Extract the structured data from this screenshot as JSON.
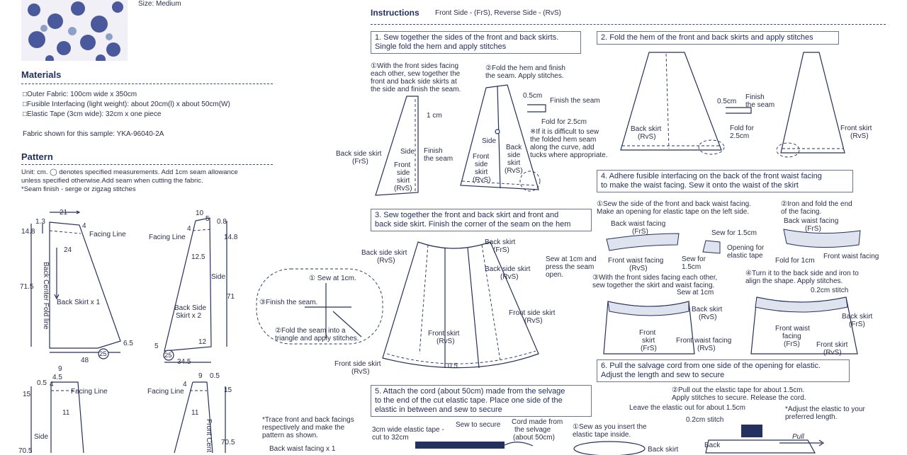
{
  "photo": {
    "size_label": "Size:  Medium"
  },
  "materials": {
    "title": "Materials",
    "items": [
      "Outer Fabric: 100cm wide x 350cm",
      "Fusible Interfacing (light weight): about 20cm(l) x about 50cm(W)",
      "Elastic Tape (3cm wide): 32cm x one piece"
    ],
    "fabric_note": "Fabric shown for this sample: YKA-96040-2A"
  },
  "pattern": {
    "title": "Pattern",
    "notes": [
      "Unit: cm. ◯ denotes specified measurements. Add 1cm seam allowance",
      "unless specified otherwise.Add seam when cutting the fabric.",
      "*Seam finish - serge or zigzag stitches"
    ],
    "back_skirt": {
      "w21": "21",
      "n13": "1.3",
      "n148": "14.8",
      "n4": "4",
      "n24": "24",
      "facing": "Facing Line",
      "side_h": "71.5",
      "fold": "Back Center Fold line",
      "label": "Back Skirt x 1",
      "n65": "6.5",
      "n48": "48",
      "n25": "25"
    },
    "back_side": {
      "n10": "10",
      "n08": "0.8",
      "n5": "5",
      "n4": "4",
      "facing": "Facing Line",
      "n125": "12.5",
      "side": "Side",
      "n148": "14.8",
      "n71": "71",
      "label1": "Back Side",
      "label2": "Skirt x 2",
      "n12": "12",
      "n5b": "5",
      "n25": "25",
      "n345": "34.5"
    },
    "front_skirt": {
      "n9": "9",
      "n45": "4.5",
      "n05": "0.5",
      "n4": "4",
      "facing": "Facing Line",
      "n15": "15",
      "n11": "11",
      "side": "Side",
      "n705": "70.5"
    },
    "front_side": {
      "n9": "9",
      "n05": "0.5",
      "n4": "4",
      "facing": "Facing Line",
      "n15": "15",
      "n11": "11",
      "center": "Front Cent",
      "n705": "70.5"
    },
    "trace_note": [
      "*Trace front and back facings",
      "respectively and make the",
      "pattern as shown."
    ],
    "back_waist": "Back waist facing x 1"
  },
  "instructions": {
    "title": "Instructions",
    "legend": "Front Side - (FrS), Reverse Side - (RvS)",
    "step1": {
      "title": [
        "1. Sew together the sides of the front and back skirts.",
        "Single fold the hem and apply stitches"
      ],
      "a": [
        "①With the front sides facing",
        "each other, sew together the",
        "front and back side skirts at",
        "the side and finish the seam."
      ],
      "b": [
        "②Fold the hem and finish",
        "the seam. Apply stitches."
      ],
      "back_side_skirt": "Back side skirt",
      "frs": "(FrS)",
      "cm1": "1 cm",
      "side": "Side",
      "finish": [
        "Finish",
        "the seam"
      ],
      "front_side_skirt": [
        "Front",
        "side",
        "skirt",
        "(RvS)"
      ],
      "front_side_skirt2": [
        "Front",
        "side",
        "skirt",
        "(RvS)"
      ],
      "back_side": [
        "Back",
        "side",
        "skirt",
        "(RvS)"
      ],
      "side2": "Side",
      "cm05": "0.5cm",
      "finish_seam": "Finish the seam",
      "fold25": "Fold for 2.5cm",
      "note": [
        "※If it is difficult to sew",
        "the folded hem seam",
        "along the curve, add",
        "tucks where appropriate."
      ]
    },
    "step2": {
      "title": "2. Fold the hem of the front and back skirts and apply stitches",
      "back_skirt": [
        "Back skirt",
        "(RvS)"
      ],
      "cm05": "0.5cm",
      "finish": [
        "Finish",
        "the seam"
      ],
      "fold": [
        "Fold for",
        "2.5cm"
      ],
      "front_skirt": [
        "Front skirt",
        "(RvS)"
      ]
    },
    "step3": {
      "title": [
        "3. Sew together the front and back skirt and front and",
        "back side skirt. Finish the corner of the seam on the hem"
      ],
      "back_side_skirt": [
        "Back side skirt",
        "(RvS)"
      ],
      "back_skirt": [
        "Back skirt",
        "(FrS)"
      ],
      "back_side_skirt2": [
        "Back side skirt",
        "(RvS)"
      ],
      "front_side_skirt": [
        "Front side skirt",
        "(RvS)"
      ],
      "front_skirt": [
        "Front skirt",
        "(RvS)"
      ],
      "front_side_skirt2": [
        "Front side skirt",
        "(RvS)"
      ],
      "n05": "0.5",
      "detail1": "① Sew at 1cm.",
      "detail3": "③Finish the seam.",
      "detail2": [
        "②Fold the seam into a",
        "triangle and apply stitches."
      ]
    },
    "step4": {
      "title": [
        "4. Adhere fusible interfacing on the back of the front waist facing",
        "to make the waist facing. Sew it onto the waist of the skirt"
      ],
      "a": [
        "①Sew the side of the front and back waist facing.",
        "Make an opening for elastic tape on the left side."
      ],
      "b": [
        "②Iron and fold the end",
        "of the facing."
      ],
      "back_waist": [
        "Back waist facing",
        "(FrS)"
      ],
      "front_waist": [
        "Front waist facing",
        "(RvS)"
      ],
      "sew15": "Sew for 1.5cm",
      "sew15b": [
        "Sew for",
        "1.5cm"
      ],
      "opening": [
        "Opening for",
        "elastic tape"
      ],
      "sew1cm": [
        "Sew at 1cm and",
        "press the seam",
        "open."
      ],
      "back_waist2": [
        "Back waist facing",
        "(FrS)"
      ],
      "fold1": "Fold for 1cm",
      "front_waist2": "Front waist facing",
      "c": [
        "③With the front sides facing each other,",
        "sew together the skirt and waist facing."
      ],
      "sewat1": "Sew at 1cm",
      "d": [
        "④Turn it to the back side and iron to",
        "align the shape. Apply stitches."
      ],
      "stitch02": "0.2cm stitch",
      "back_skirt": [
        "Back skirt",
        "(RvS)"
      ],
      "front_skirt": [
        "Front",
        "skirt",
        "(FrS)"
      ],
      "front_waist3": [
        "Front waist facing",
        "(RvS)"
      ],
      "back_skirt2": [
        "Back skirt",
        "(FrS)"
      ],
      "front_waist4": [
        "Front waist",
        "facing",
        "(FrS)"
      ],
      "front_skirt2": [
        "Front skirt",
        "(RvS)"
      ]
    },
    "step5": {
      "title": [
        "5. Attach the cord (about 50cm) made from the selvage",
        "to the end of the cut elastic tape. Place one side of the",
        "elastic in between and sew to secure"
      ],
      "elastic": [
        "3cm wide elastic tape -",
        "cut to 32cm"
      ],
      "sew_secure": "Sew to secure",
      "cord": [
        "Cord made from",
        "the selvage",
        "(about 50cm)"
      ]
    },
    "step6": {
      "title": [
        "6. Pull the salvage cord from one side of the opening for elastic.",
        "Adjust the length and sew to secure"
      ],
      "a": [
        "①Sew as you insert the",
        "elastic tape inside."
      ],
      "b": [
        "②Pull out the elastic tape for about 1.5cm.",
        "Apply stitches to secure. Release the cord."
      ],
      "leave": "Leave the elastic out for about 1.5cm",
      "note": [
        "*Adjust the elastic to your",
        "preferred length."
      ],
      "stitch": "0.2cm stitch",
      "pull": "Pull",
      "back_skirt": "Back skirt",
      "back": "Back"
    }
  }
}
